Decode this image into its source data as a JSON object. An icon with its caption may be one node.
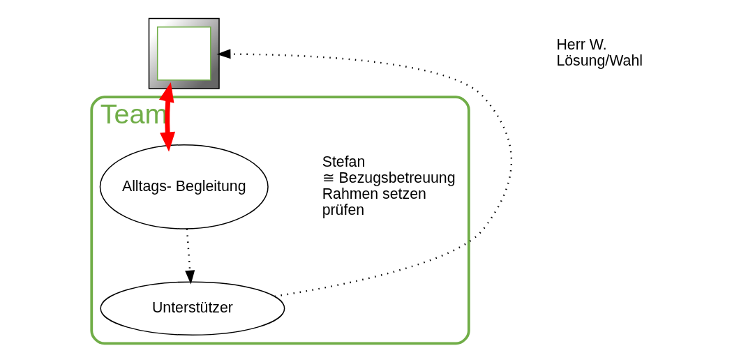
{
  "diagram": {
    "nodes": [
      {
        "text": [],
        "shape": "box",
        "beside": [
          "Herr W.",
          "Lösung/Wahl"
        ]
      },
      {
        "text": [],
        "shape": "box",
        "in": 0
      },
      {
        "text": [
          "Team"
        ]
      },
      {
        "text": [
          "Alltags- Begleitung"
        ],
        "in": 2,
        "beside": [
          "Stefan",
          "≅ Bezugsbetreuung",
          "Rahmen setzen",
          "prüfen"
        ]
      },
      {
        "text": [
          "Unterstützer"
        ],
        "in": 2
      }
    ],
    "edges": [
      {
        "from": 0,
        "to": 3,
        "arrow": "both",
        "style": "thick",
        "color": "#ff0000"
      },
      {
        "from": 3,
        "to": 4,
        "arrow": "to",
        "style": "dashed"
      },
      {
        "from": 4,
        "to": 0,
        "arrow": "to",
        "style": "dashed"
      }
    ]
  }
}
